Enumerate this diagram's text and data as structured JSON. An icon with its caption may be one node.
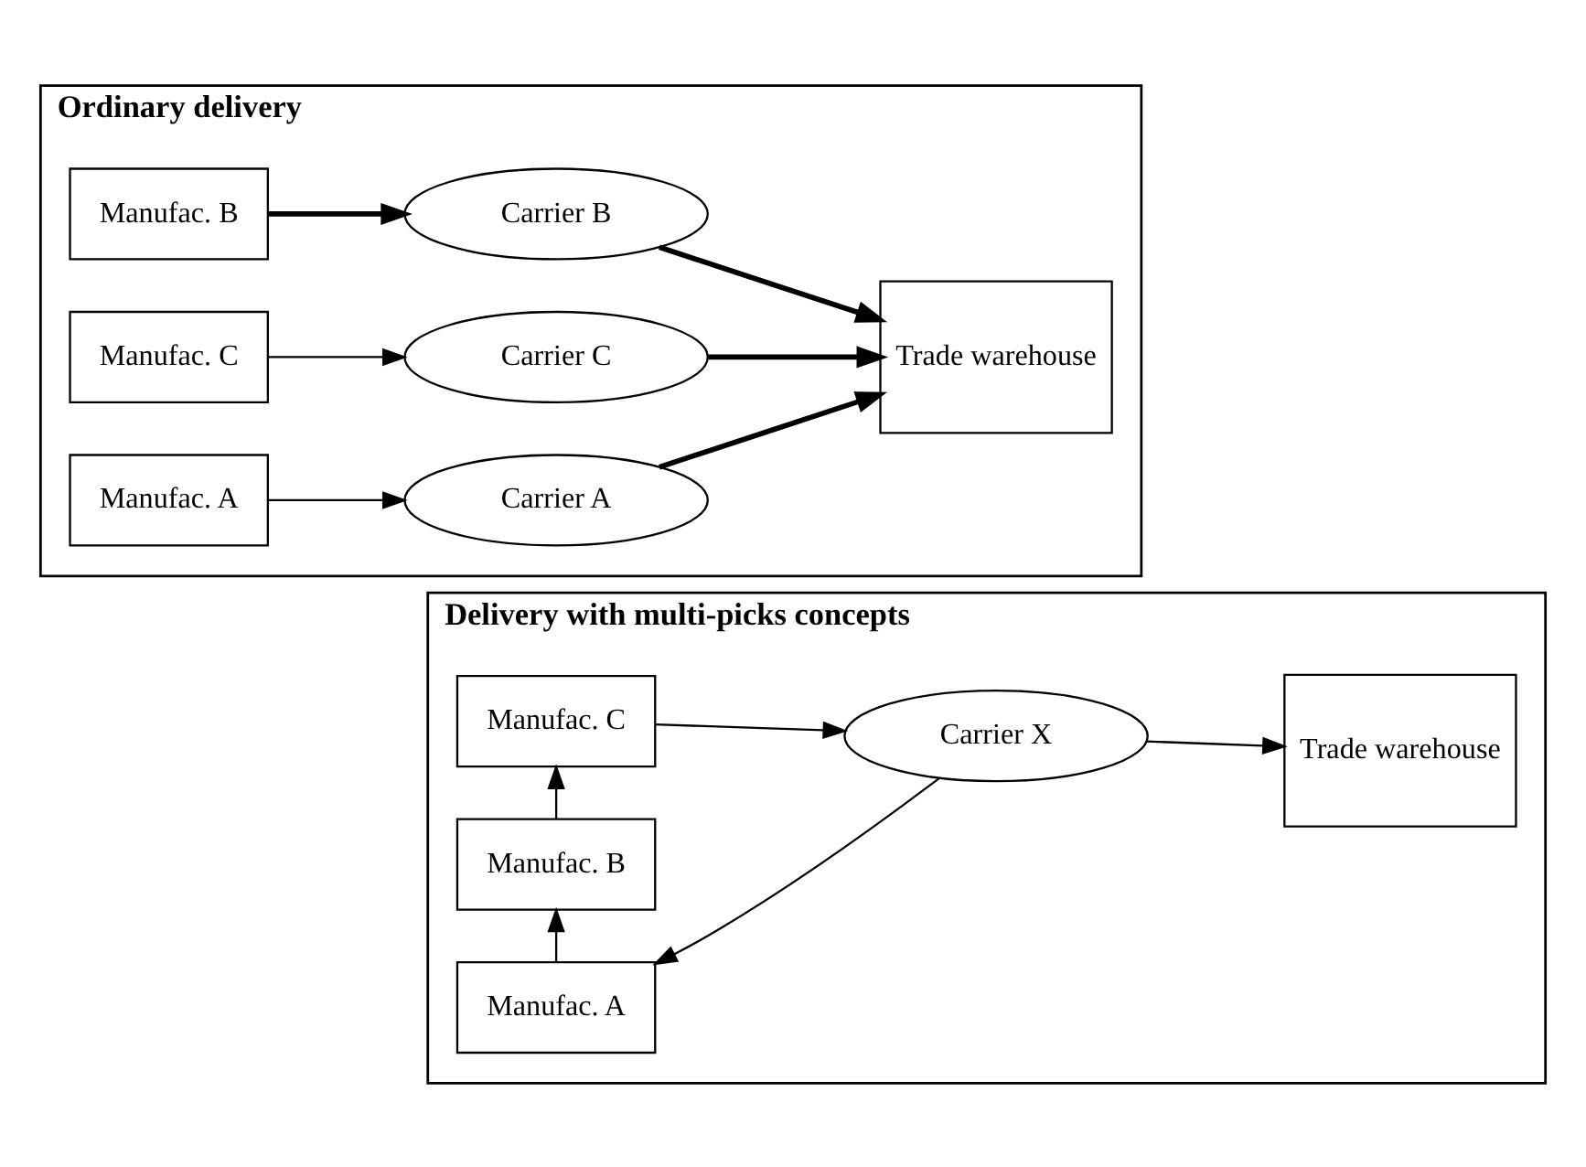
{
  "diagram": {
    "nodes": [
      {
        "text": [
          "Ordinary delivery"
        ]
      },
      {
        "text": [
          "Manufac. A"
        ],
        "in": 0
      },
      {
        "text": [
          "Manufac. B"
        ],
        "in": 0
      },
      {
        "text": [
          "Manufac. C"
        ],
        "in": 0
      },
      {
        "text": [
          "Carrier A"
        ],
        "in": 0
      },
      {
        "text": [
          "Carrier B"
        ],
        "in": 0
      },
      {
        "text": [
          "Carrier C"
        ],
        "in": 0
      },
      {
        "text": [
          "Trade warehouse"
        ],
        "in": 0
      },
      {
        "text": [
          "Delivery with multi-picks concepts"
        ]
      },
      {
        "text": [
          "Manufac. A"
        ],
        "in": 8
      },
      {
        "text": [
          "Manufac. B"
        ],
        "in": 8
      },
      {
        "text": [
          "Manufac. C"
        ],
        "in": 8
      },
      {
        "text": [
          "Carrier X"
        ],
        "in": 8
      },
      {
        "text": [
          "Trade warehouse"
        ],
        "in": 8
      }
    ],
    "edges": [
      {
        "from": 1,
        "to": 4,
        "arrow": "to"
      },
      {
        "from": 2,
        "to": 5,
        "arrow": "to",
        "style": "thick"
      },
      {
        "from": 3,
        "to": 6,
        "arrow": "to"
      },
      {
        "from": 4,
        "to": 7,
        "arrow": "to",
        "style": "thick"
      },
      {
        "from": 5,
        "to": 7,
        "arrow": "to",
        "style": "thick"
      },
      {
        "from": 6,
        "to": 7,
        "arrow": "to",
        "style": "thick"
      },
      {
        "from": 12,
        "to": 9,
        "arrow": "to"
      },
      {
        "from": 9,
        "to": 10,
        "arrow": "to"
      },
      {
        "from": 10,
        "to": 11,
        "arrow": "to"
      },
      {
        "from": 11,
        "to": 12,
        "arrow": "to"
      },
      {
        "from": 12,
        "to": 13,
        "arrow": "to"
      }
    ]
  }
}
